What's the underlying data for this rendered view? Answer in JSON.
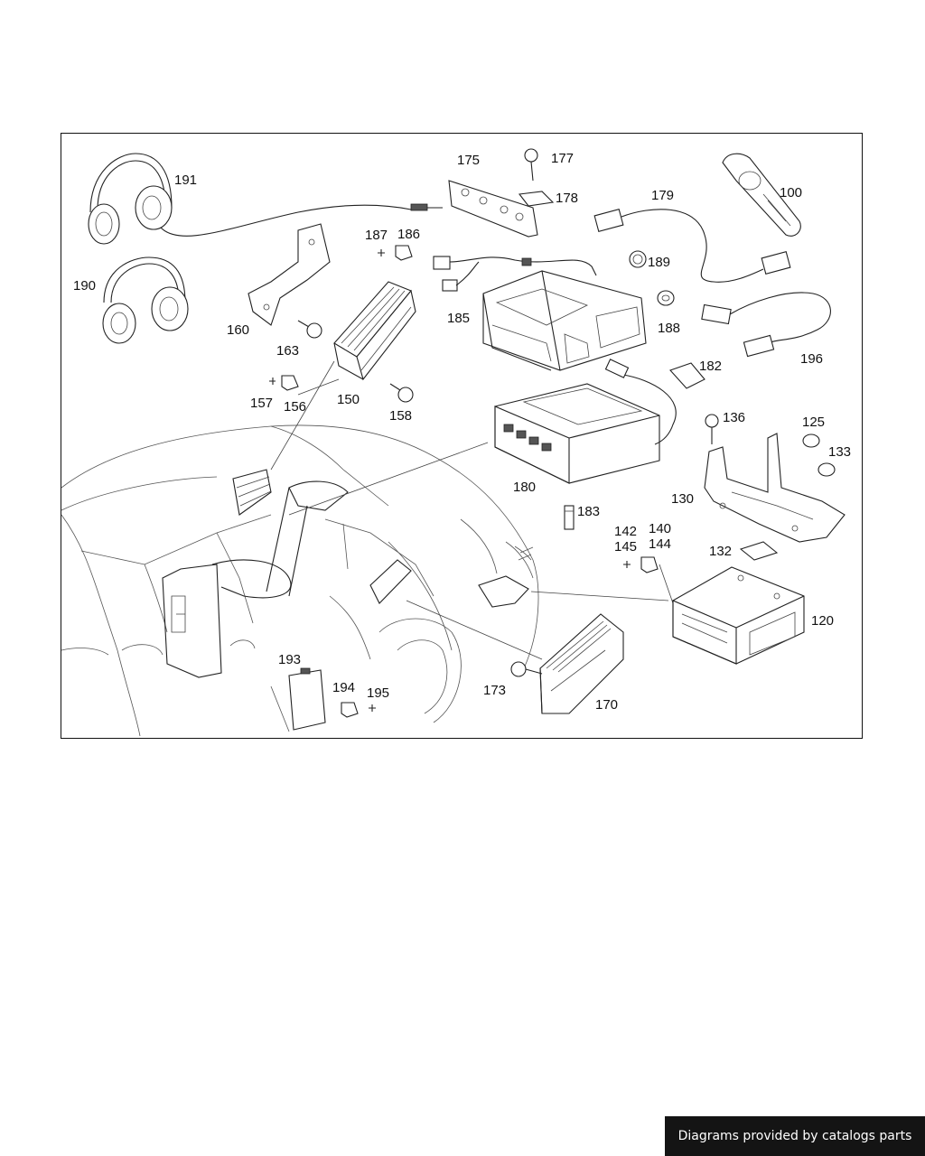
{
  "credit": {
    "text": "Diagrams provided by catalogs parts"
  },
  "parts": [
    {
      "id": "p191",
      "label": "191"
    },
    {
      "id": "p190",
      "label": "190"
    },
    {
      "id": "p160",
      "label": "160"
    },
    {
      "id": "p163",
      "label": "163"
    },
    {
      "id": "p187",
      "label": "187"
    },
    {
      "id": "p186",
      "label": "186"
    },
    {
      "id": "p175",
      "label": "175"
    },
    {
      "id": "p177",
      "label": "177"
    },
    {
      "id": "p178",
      "label": "178"
    },
    {
      "id": "p179",
      "label": "179"
    },
    {
      "id": "p100",
      "label": "100"
    },
    {
      "id": "p189",
      "label": "189"
    },
    {
      "id": "p188",
      "label": "188"
    },
    {
      "id": "p185",
      "label": "185"
    },
    {
      "id": "p196",
      "label": "196"
    },
    {
      "id": "p182",
      "label": "182"
    },
    {
      "id": "p150",
      "label": "150"
    },
    {
      "id": "p157",
      "label": "157"
    },
    {
      "id": "p156",
      "label": "156"
    },
    {
      "id": "p158",
      "label": "158"
    },
    {
      "id": "p136",
      "label": "136"
    },
    {
      "id": "p125",
      "label": "125"
    },
    {
      "id": "p133",
      "label": "133"
    },
    {
      "id": "p130",
      "label": "130"
    },
    {
      "id": "p180",
      "label": "180"
    },
    {
      "id": "p183",
      "label": "183"
    },
    {
      "id": "p142",
      "label": "142"
    },
    {
      "id": "p140",
      "label": "140"
    },
    {
      "id": "p145",
      "label": "145"
    },
    {
      "id": "p144",
      "label": "144"
    },
    {
      "id": "p132",
      "label": "132"
    },
    {
      "id": "p120",
      "label": "120"
    },
    {
      "id": "p193",
      "label": "193"
    },
    {
      "id": "p194",
      "label": "194"
    },
    {
      "id": "p195",
      "label": "195"
    },
    {
      "id": "p173",
      "label": "173"
    },
    {
      "id": "p170",
      "label": "170"
    }
  ]
}
